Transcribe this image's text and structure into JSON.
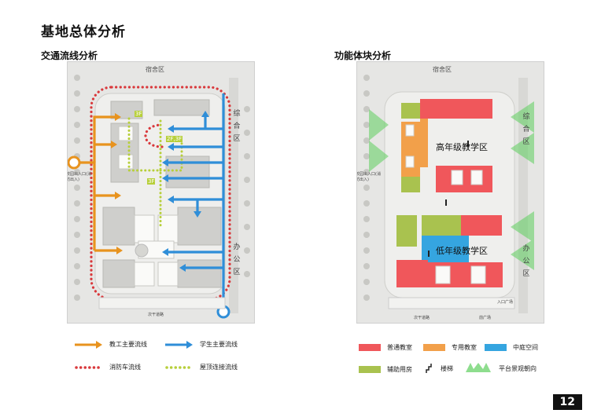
{
  "page_title": "基地总体分析",
  "page_number": "12",
  "left_panel": {
    "title": "交通流线分析",
    "dorm_label": "宿舍区",
    "right_side_label": "综合区",
    "office_label": "办公区",
    "road_label": "路",
    "entrance_label": "校园出入口(消防出入)",
    "floor_labels": [
      "3F",
      "2F,3F",
      "3F"
    ],
    "bottom_road": "次干道路"
  },
  "right_panel": {
    "title": "功能体块分析",
    "dorm_label": "宿舍区",
    "right_side_label": "综合区",
    "office_label": "办公区",
    "upper_zone": "高年级教学区",
    "lower_zone": "低年级教学区",
    "entrance_label": "校园出入口(消防出入)",
    "entry_plaza": "入口广场",
    "front_plaza": "前广场",
    "bottom_road": "次干道路"
  },
  "legend_left": [
    {
      "label": "教工主要流线",
      "icon": "orange-arrow-icon",
      "color": "#e8931e"
    },
    {
      "label": "学生主要流线",
      "icon": "blue-arrow-icon",
      "color": "#2f8ed8"
    },
    {
      "label": "消防车流线",
      "icon": "red-dots-icon",
      "color": "#d9393c"
    },
    {
      "label": "屋顶连接流线",
      "icon": "green-dots-icon",
      "color": "#b7cf3a"
    }
  ],
  "legend_right": [
    {
      "label": "普通教室",
      "color": "#f0575b"
    },
    {
      "label": "专用教室",
      "color": "#f2a04a"
    },
    {
      "label": "中庭空间",
      "color": "#35a5e0"
    },
    {
      "label": "辅助用房",
      "color": "#a9c24f"
    },
    {
      "label": "楼梯",
      "icon": "stair-icon"
    },
    {
      "label": "平台景观朝向",
      "icon": "green-fan-icon",
      "color": "#5ecf5e"
    }
  ]
}
